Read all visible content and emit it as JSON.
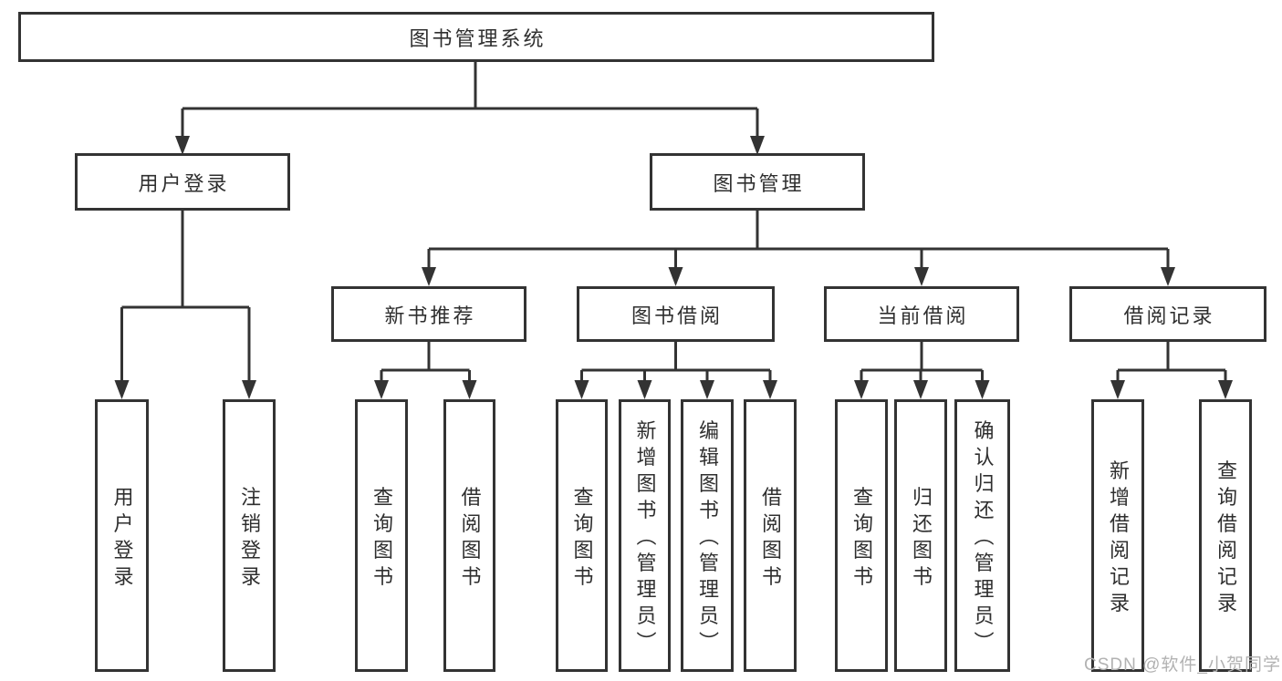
{
  "diagram": {
    "title": "图书管理系统",
    "branches": [
      {
        "label": "用户登录",
        "children": [
          {
            "label": "用户登录"
          },
          {
            "label": "注销登录"
          }
        ]
      },
      {
        "label": "图书管理",
        "children": [
          {
            "label": "新书推荐",
            "children": [
              {
                "label": "查询图书"
              },
              {
                "label": "借阅图书"
              }
            ]
          },
          {
            "label": "图书借阅",
            "children": [
              {
                "label": "查询图书"
              },
              {
                "label": "新增图书（管理员）"
              },
              {
                "label": "编辑图书（管理员）"
              },
              {
                "label": "借阅图书"
              }
            ]
          },
          {
            "label": "当前借阅",
            "children": [
              {
                "label": "查询图书"
              },
              {
                "label": "归还图书"
              },
              {
                "label": "确认归还（管理员）"
              }
            ]
          },
          {
            "label": "借阅记录",
            "children": [
              {
                "label": "新增借阅记录"
              },
              {
                "label": "查询借阅记录"
              }
            ]
          }
        ]
      }
    ]
  },
  "watermark": {
    "text": "CSDN @软件_小贺同学"
  },
  "colors": {
    "line": "#333333",
    "box_fill": "#ffffff",
    "text": "#2f2f2f",
    "watermark": "#b2b2b2",
    "bg": "#ffffff"
  }
}
